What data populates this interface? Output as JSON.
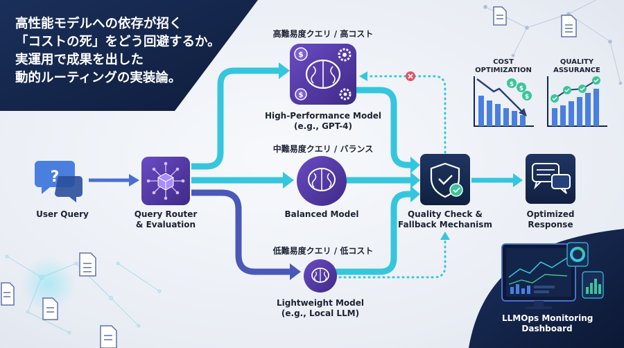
{
  "headline": {
    "line1": "高性能モデルへの依存が招く",
    "line2": "「コストの死」をどう回避するか。",
    "line3": "実運用で成果を出した",
    "line4": "動的ルーティングの実装論。"
  },
  "tiers": {
    "high": "高難易度クエリ / 高コスト",
    "mid": "中難易度クエリ / バランス",
    "low": "低難易度クエリ / 低コスト"
  },
  "nodes": {
    "user_query": "User Query",
    "router_line1": "Query Router",
    "router_line2": "& Evaluation",
    "high_line1": "High-Performance Model",
    "high_line2": "(e.g., GPT-4)",
    "balanced": "Balanced Model",
    "light_line1": "Lightweight Model",
    "light_line2": "(e.g., Local LLM)",
    "qc_line1": "Quality Check &",
    "qc_line2": "Fallback Mechanism",
    "out_line1": "Optimized",
    "out_line2": "Response"
  },
  "charts": {
    "cost_line1": "COST",
    "cost_line2": "OPTIMIZATION",
    "quality_line1": "QUALITY",
    "quality_line2": "ASSURANCE"
  },
  "dashboard": {
    "line1": "LLMOps Monitoring",
    "line2": "Dashboard"
  },
  "icons": {
    "query": "question-bubble-icon",
    "router": "cube-circuit-icon",
    "high_model": "brain-dollar-gear-icon",
    "balanced_model": "brain-icon",
    "light_model": "brain-icon",
    "quality_check": "shield-check-icon",
    "response": "chat-bubbles-icon",
    "fallback": "error-x-icon"
  },
  "colors": {
    "navy": "#14264a",
    "cyan": "#35c6de",
    "indigo": "#4a58b8",
    "purple": "#5a3fa6",
    "green": "#3cc49a",
    "red": "#e5545f"
  }
}
